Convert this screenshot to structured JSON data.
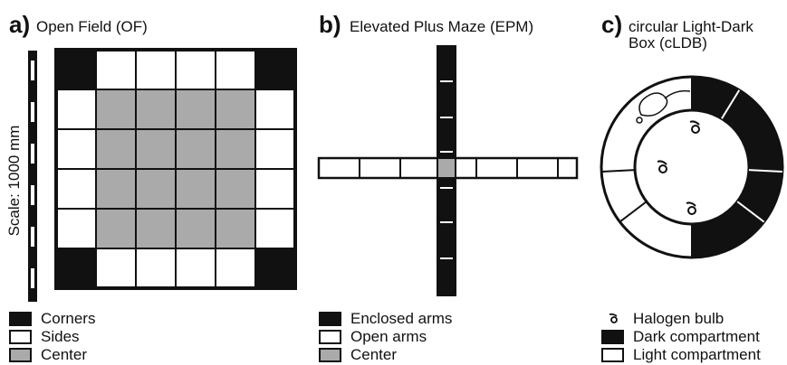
{
  "panels": {
    "a": {
      "letter": "a)",
      "title": "Open Field (OF)"
    },
    "b": {
      "letter": "b)",
      "title": "Elevated Plus Maze (EPM)"
    },
    "c": {
      "letter": "c)",
      "title_line1": "circular Light-Dark",
      "title_line2": "Box (cLDB)"
    }
  },
  "scale_label": "Scale: 1000 mm",
  "colors": {
    "dark": "#111111",
    "light": "#ffffff",
    "center": "#aaaaaa",
    "stroke": "#111111"
  },
  "legend_a": [
    {
      "label": "Corners",
      "swatch": "dark"
    },
    {
      "label": "Sides",
      "swatch": "light"
    },
    {
      "label": "Center",
      "swatch": "center"
    }
  ],
  "legend_b": [
    {
      "label": "Enclosed arms",
      "swatch": "dark"
    },
    {
      "label": "Open arms",
      "swatch": "light"
    },
    {
      "label": "Center",
      "swatch": "center"
    }
  ],
  "legend_c": [
    {
      "label": "Halogen bulb",
      "swatch": "bulb-icon"
    },
    {
      "label": "Dark compartment",
      "swatch": "dark"
    },
    {
      "label": "Light compartment",
      "swatch": "light"
    }
  ]
}
